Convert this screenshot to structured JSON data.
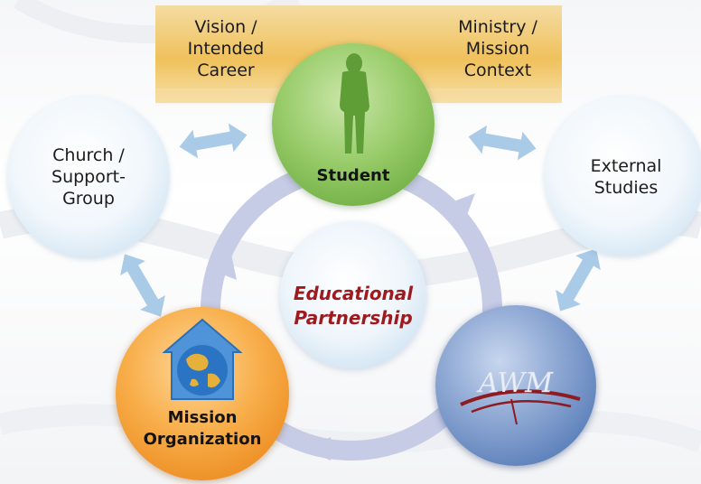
{
  "banner": {
    "left_text": "Vision /\nIntended\nCareer",
    "right_text": "Ministry /\nMission\nContext"
  },
  "nodes": {
    "student": "Student",
    "church": "Church /\nSupport-\nGroup",
    "external": "External\nStudies",
    "center": "Educational\nPartnership",
    "mission": "Mission\nOrganization",
    "awm_logo": "AWM"
  },
  "icons": [
    "student-silhouette-icon",
    "globe-house-icon",
    "awm-logo-icon",
    "double-arrow-icon",
    "cycle-arrow-icon"
  ],
  "colors": {
    "student": "#8cc45c",
    "mission": "#f29a2e",
    "awm": "#6e8ec6",
    "light_circle": "#d8e8f5",
    "center_text": "#9e1a1f",
    "banner": "#f0c15c",
    "arrow": "#a9cbe8",
    "ring": "#c3c8e6"
  }
}
